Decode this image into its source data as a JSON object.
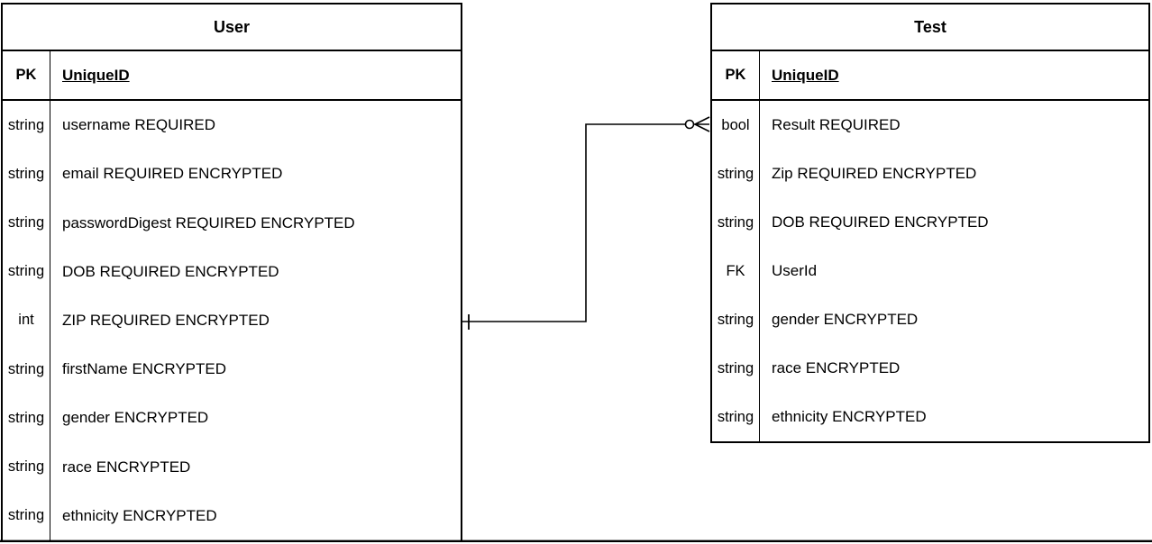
{
  "diagram": {
    "background_color": "#ffffff",
    "line_color": "#000000",
    "entities": [
      {
        "name": "User",
        "pk": {
          "key": "PK",
          "field": "UniqueID"
        },
        "rows": [
          {
            "type": "string",
            "field": "username REQUIRED"
          },
          {
            "type": "string",
            "field": "email REQUIRED ENCRYPTED"
          },
          {
            "type": "string",
            "field": "passwordDigest REQUIRED ENCRYPTED"
          },
          {
            "type": "string",
            "field": "DOB REQUIRED ENCRYPTED"
          },
          {
            "type": "int",
            "field": "ZIP REQUIRED ENCRYPTED"
          },
          {
            "type": "string",
            "field": "firstName ENCRYPTED"
          },
          {
            "type": "string",
            "field": "gender ENCRYPTED"
          },
          {
            "type": "string",
            "field": "race ENCRYPTED"
          },
          {
            "type": "string",
            "field": "ethnicity ENCRYPTED"
          }
        ]
      },
      {
        "name": "Test",
        "pk": {
          "key": "PK",
          "field": "UniqueID"
        },
        "rows": [
          {
            "type": "bool",
            "field": "Result REQUIRED"
          },
          {
            "type": "string",
            "field": "Zip REQUIRED ENCRYPTED"
          },
          {
            "type": "string",
            "field": "DOB REQUIRED ENCRYPTED"
          },
          {
            "type": "FK",
            "field": "UserId"
          },
          {
            "type": "string",
            "field": "gender ENCRYPTED"
          },
          {
            "type": "string",
            "field": "race ENCRYPTED"
          },
          {
            "type": "string",
            "field": "ethnicity ENCRYPTED"
          }
        ]
      }
    ],
    "relationship": {
      "from_entity": "User",
      "from_field": "ZIP REQUIRED ENCRYPTED",
      "from_cardinality": "one",
      "to_entity": "Test",
      "to_field": "Result REQUIRED",
      "to_cardinality": "zero-or-many"
    }
  }
}
